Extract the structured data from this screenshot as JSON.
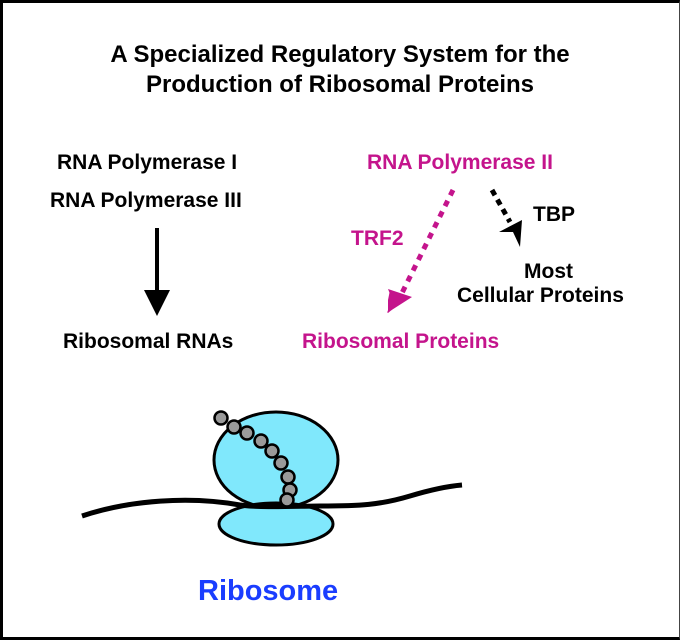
{
  "title": {
    "line1": "A Specialized Regulatory System for the",
    "line2": "Production of Ribosomal Proteins"
  },
  "left_pathway": {
    "polymerase_1": "RNA Polymerase I",
    "polymerase_3": "RNA Polymerase III",
    "product": "Ribosomal RNAs",
    "arrow_style": "solid",
    "color": "#000000"
  },
  "right_pathway": {
    "polymerase_2": "RNA Polymerase II",
    "specialized_factor": "TRF2",
    "specialized_product": "Ribosomal Proteins",
    "general_factor": "TBP",
    "general_product_line1": "Most",
    "general_product_line2": "Cellular Proteins",
    "specialized_color": "#c4148c",
    "general_color": "#000000",
    "arrow_style": "dotted"
  },
  "illustration": {
    "label": "Ribosome",
    "label_color": "#1a3dff",
    "subunit_color": "#80e8fc",
    "peptide_bead_color": "#9a9a9a",
    "peptide_bead_count": 9
  }
}
